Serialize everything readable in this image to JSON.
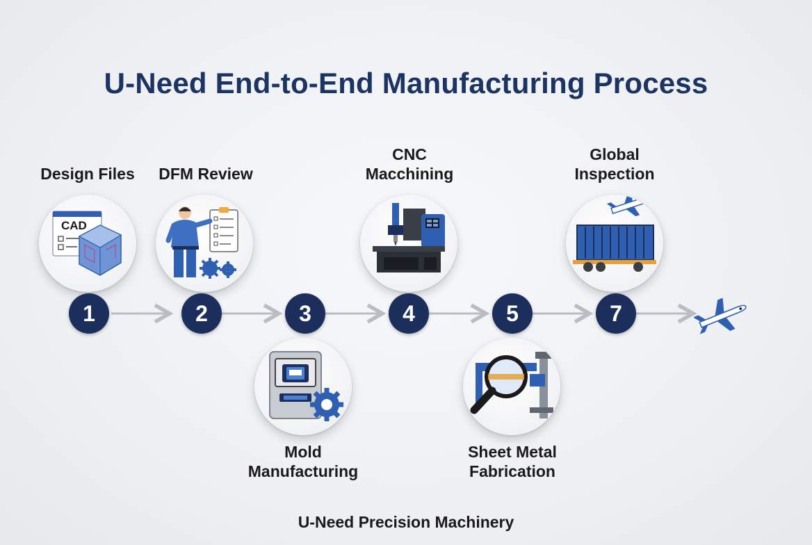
{
  "title": "U-Need End-to-End Manufacturing Process",
  "footer": "U-Need Precision Machinery",
  "steps": [
    {
      "number": "1",
      "label": "Design Files",
      "icon": "cad-design-icon"
    },
    {
      "number": "2",
      "label": "DFM Review",
      "icon": "engineer-review-icon"
    },
    {
      "number": "3",
      "label": "Mold Manufacturing",
      "label_lines": [
        "Mold",
        "Manufacturing"
      ],
      "icon": "mold-gear-icon"
    },
    {
      "number": "4",
      "label": "CNC Macchining",
      "label_lines": [
        "CNC",
        "Macchining"
      ],
      "icon": "cnc-machine-icon"
    },
    {
      "number": "5",
      "label": "Sheet Metal Fabrication",
      "label_lines": [
        "Sheet Metal",
        "Fabrication"
      ],
      "icon": "magnifier-inspection-icon"
    },
    {
      "number": "7",
      "label": "Global Inspection",
      "label_lines": [
        "Global",
        "Inspection"
      ],
      "icon": "container-truck-plane-icon"
    }
  ],
  "cad_text": "CAD",
  "colors": {
    "title": "#1c3461",
    "badge": "#1c2f5c",
    "accent_blue": "#2f5fb0",
    "arrow": "#b9bcc2"
  }
}
